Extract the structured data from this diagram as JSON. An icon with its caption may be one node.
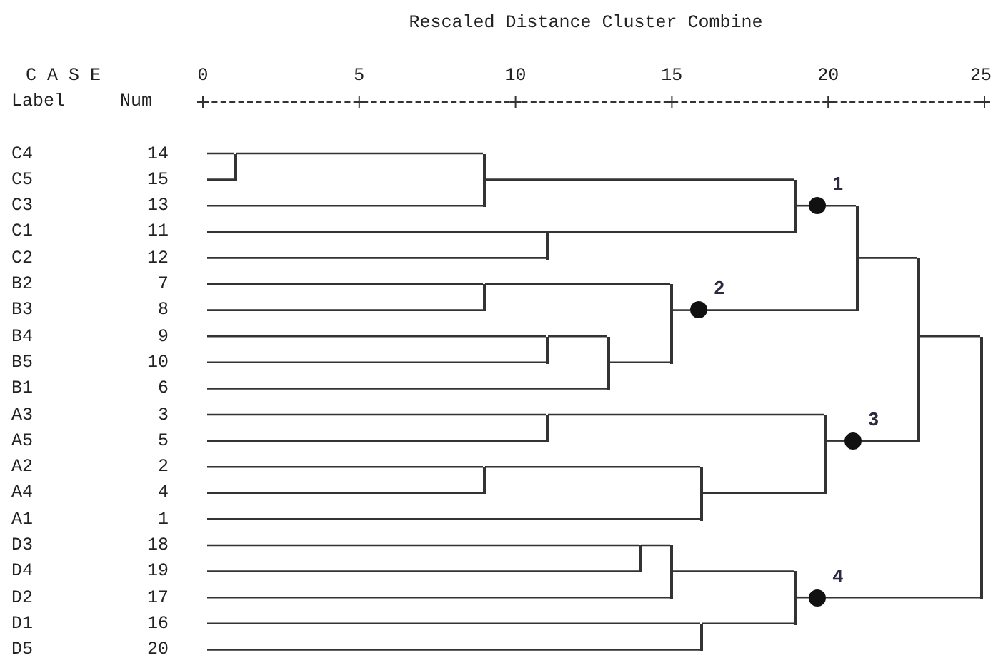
{
  "diagram": {
    "title": "Rescaled Distance Cluster Combine",
    "nodes": [
      {
        "text": [
          "C4",
          "14"
        ]
      },
      {
        "text": [
          "C5",
          "15"
        ]
      },
      {
        "text": [
          "C3",
          "13"
        ]
      },
      {
        "text": [
          "C1",
          "11"
        ]
      },
      {
        "text": [
          "C2",
          "12"
        ]
      },
      {
        "text": [
          "B2",
          "7"
        ]
      },
      {
        "text": [
          "B3",
          "8"
        ]
      },
      {
        "text": [
          "B4",
          "9"
        ]
      },
      {
        "text": [
          "B5",
          "10"
        ]
      },
      {
        "text": [
          "B1",
          "6"
        ]
      },
      {
        "text": [
          "A3",
          "3"
        ]
      },
      {
        "text": [
          "A5",
          "5"
        ]
      },
      {
        "text": [
          "A2",
          "2"
        ]
      },
      {
        "text": [
          "A4",
          "4"
        ]
      },
      {
        "text": [
          "A1",
          "1"
        ]
      },
      {
        "text": [
          "D3",
          "18"
        ]
      },
      {
        "text": [
          "D4",
          "19"
        ]
      },
      {
        "text": [
          "D2",
          "17"
        ]
      },
      {
        "text": [
          "D1",
          "16"
        ]
      },
      {
        "text": [
          "D5",
          "20"
        ]
      },
      {
        "text": [],
        "shape": "bar"
      },
      {
        "text": [],
        "shape": "bar"
      },
      {
        "text": [],
        "shape": "bar"
      },
      {
        "text": [],
        "shape": "bar"
      },
      {
        "text": [
          "1"
        ]
      },
      {
        "text": [],
        "shape": "bar"
      },
      {
        "text": [],
        "shape": "bar"
      },
      {
        "text": [],
        "shape": "bar"
      },
      {
        "text": [],
        "shape": "bar"
      },
      {
        "text": [
          "2"
        ]
      },
      {
        "text": [],
        "shape": "bar"
      },
      {
        "text": [],
        "shape": "bar"
      },
      {
        "text": [],
        "shape": "bar"
      },
      {
        "text": [],
        "shape": "bar"
      },
      {
        "text": [],
        "shape": "bar"
      },
      {
        "text": [
          "3"
        ]
      },
      {
        "text": [],
        "shape": "bar"
      },
      {
        "text": [],
        "shape": "bar"
      },
      {
        "text": [],
        "shape": "bar"
      },
      {
        "text": [],
        "shape": "bar"
      },
      {
        "text": [],
        "shape": "bar"
      },
      {
        "text": [
          "4"
        ]
      },
      {
        "text": [],
        "shape": "bar"
      }
    ],
    "edges": [
      {
        "from": 0,
        "to": 20,
        "arrow": "none"
      },
      {
        "from": 1,
        "to": 20,
        "arrow": "none"
      },
      {
        "from": 20,
        "to": 21,
        "arrow": "none"
      },
      {
        "from": 2,
        "to": 21,
        "arrow": "none"
      },
      {
        "from": 3,
        "to": 22,
        "arrow": "none"
      },
      {
        "from": 4,
        "to": 22,
        "arrow": "none"
      },
      {
        "from": 21,
        "to": 23,
        "arrow": "none"
      },
      {
        "from": 22,
        "to": 23,
        "arrow": "none"
      },
      {
        "from": 23,
        "to": 24,
        "arrow": "none"
      },
      {
        "from": 5,
        "to": 25,
        "arrow": "none"
      },
      {
        "from": 6,
        "to": 25,
        "arrow": "none"
      },
      {
        "from": 7,
        "to": 26,
        "arrow": "none"
      },
      {
        "from": 8,
        "to": 26,
        "arrow": "none"
      },
      {
        "from": 26,
        "to": 27,
        "arrow": "none"
      },
      {
        "from": 9,
        "to": 27,
        "arrow": "none"
      },
      {
        "from": 25,
        "to": 28,
        "arrow": "none"
      },
      {
        "from": 27,
        "to": 28,
        "arrow": "none"
      },
      {
        "from": 28,
        "to": 29,
        "arrow": "none"
      },
      {
        "from": 24,
        "to": 30,
        "arrow": "none"
      },
      {
        "from": 29,
        "to": 30,
        "arrow": "none"
      },
      {
        "from": 10,
        "to": 31,
        "arrow": "none"
      },
      {
        "from": 11,
        "to": 31,
        "arrow": "none"
      },
      {
        "from": 12,
        "to": 32,
        "arrow": "none"
      },
      {
        "from": 13,
        "to": 32,
        "arrow": "none"
      },
      {
        "from": 32,
        "to": 33,
        "arrow": "none"
      },
      {
        "from": 14,
        "to": 33,
        "arrow": "none"
      },
      {
        "from": 31,
        "to": 34,
        "arrow": "none"
      },
      {
        "from": 33,
        "to": 34,
        "arrow": "none"
      },
      {
        "from": 34,
        "to": 35,
        "arrow": "none"
      },
      {
        "from": 30,
        "to": 36,
        "arrow": "none"
      },
      {
        "from": 35,
        "to": 36,
        "arrow": "none"
      },
      {
        "from": 15,
        "to": 37,
        "arrow": "none"
      },
      {
        "from": 16,
        "to": 37,
        "arrow": "none"
      },
      {
        "from": 37,
        "to": 38,
        "arrow": "none"
      },
      {
        "from": 17,
        "to": 38,
        "arrow": "none"
      },
      {
        "from": 18,
        "to": 39,
        "arrow": "none"
      },
      {
        "from": 19,
        "to": 39,
        "arrow": "none"
      },
      {
        "from": 38,
        "to": 40,
        "arrow": "none"
      },
      {
        "from": 39,
        "to": 40,
        "arrow": "none"
      },
      {
        "from": 40,
        "to": 41,
        "arrow": "none"
      },
      {
        "from": 36,
        "to": 42,
        "arrow": "none"
      },
      {
        "from": 41,
        "to": 42,
        "arrow": "none"
      }
    ],
    "labels": [
      "C A S E",
      "0",
      "5",
      "10",
      "15",
      "20",
      "25",
      "Label",
      "Num"
    ]
  }
}
